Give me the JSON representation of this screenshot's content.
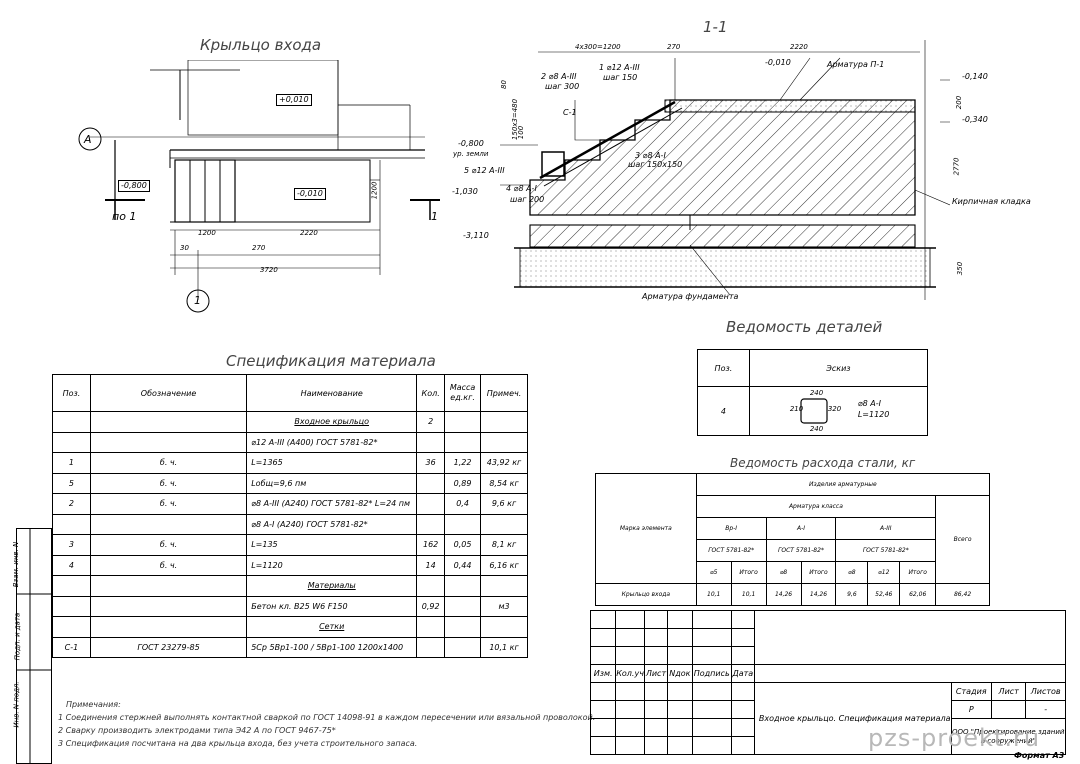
{
  "plan": {
    "title": "Крыльцо входа",
    "axis_a": "А",
    "axis_1": "1",
    "lvl_top": "+0,010",
    "lvl_bottom": "-0,800",
    "lvl_porch": "-0,010",
    "section_label": "по 1",
    "section_right": "1",
    "dim_1200": "1200",
    "dim_2220": "2220",
    "dim_30": "30",
    "dim_270": "270",
    "dim_3720": "3720",
    "dim_1200v": "1200"
  },
  "section": {
    "title": "1-1",
    "dim_steps": "4х300=1200",
    "dim_270": "270",
    "dim_2220": "2220",
    "lvl_m0010": "-0,010",
    "lvl_m0140": "-0,140",
    "lvl_m0340": "-0,340",
    "lvl_m0800": "-0,800",
    "ground": "ур. земли",
    "lvl_m1030": "-1,030",
    "lvl_m3110": "-3,110",
    "rebar_p1": "Арматура П-1",
    "rebar_2": "2 ⌀8 А-III",
    "rebar_2_step": "шаг 300",
    "rebar_1": "1 ⌀12 А-III",
    "rebar_1_step": "шаг 150",
    "c1": "С-1",
    "rebar_3": "3 ⌀8 А-I",
    "rebar_3_step": "шаг 150х150",
    "rebar_5": "5 ⌀12 А-III",
    "rebar_4": "4 ⌀8 А-I",
    "rebar_4_step": "шаг 200",
    "brick": "Кирпичная кладка",
    "foundation": "Арматура фундамента",
    "dim_80": "80",
    "dim_100": "100",
    "dim_150": "150х3=480",
    "dim_200": "200",
    "dim_2770": "2770",
    "dim_350": "350"
  },
  "spec": {
    "title": "Спецификация материала",
    "headers": [
      "Поз.",
      "Обозначение",
      "Наименование",
      "Кол.",
      "Масса ед.кг.",
      "Примеч."
    ],
    "rows": [
      {
        "pos": "",
        "des": "",
        "name": "Входное крыльцо",
        "qty": "2",
        "mass": "",
        "note": "",
        "u": true
      },
      {
        "pos": "",
        "des": "",
        "name": "⌀12 А-III (А400) ГОСТ 5781-82*",
        "qty": "",
        "mass": "",
        "note": ""
      },
      {
        "pos": "1",
        "des": "б. ч.",
        "name": "L=1365",
        "qty": "36",
        "mass": "1,22",
        "note": "43,92 кг"
      },
      {
        "pos": "5",
        "des": "б. ч.",
        "name": "Lобщ=9,6 пм",
        "qty": "",
        "mass": "0,89",
        "note": "8,54 кг"
      },
      {
        "pos": "2",
        "des": "б. ч.",
        "name": "⌀8 А-III (А240) ГОСТ 5781-82*   L=24 пм",
        "qty": "",
        "mass": "0,4",
        "note": "9,6 кг"
      },
      {
        "pos": "",
        "des": "",
        "name": "⌀8 А-I (А240) ГОСТ 5781-82*",
        "qty": "",
        "mass": "",
        "note": ""
      },
      {
        "pos": "3",
        "des": "б. ч.",
        "name": "L=135",
        "qty": "162",
        "mass": "0,05",
        "note": "8,1 кг"
      },
      {
        "pos": "4",
        "des": "б. ч.",
        "name": "L=1120",
        "qty": "14",
        "mass": "0,44",
        "note": "6,16 кг"
      },
      {
        "pos": "",
        "des": "",
        "name": "Материалы",
        "qty": "",
        "mass": "",
        "note": "",
        "u": true
      },
      {
        "pos": "",
        "des": "",
        "name": "Бетон кл. В25 W6 F150",
        "qty": "0,92",
        "mass": "",
        "note": "м3"
      },
      {
        "pos": "",
        "des": "",
        "name": "Сетки",
        "qty": "",
        "mass": "",
        "note": "",
        "u": true
      },
      {
        "pos": "С-1",
        "des": "ГОСТ 23279-85",
        "name": "5Ср  5Вр1-100 / 5Вр1-100  1200х1400",
        "qty": "",
        "mass": "",
        "note": "10,1 кг"
      }
    ]
  },
  "details": {
    "title": "Ведомость деталей",
    "h_pos": "Поз.",
    "h_sketch": "Эскиз",
    "pos": "4",
    "d240a": "240",
    "d240b": "240",
    "d210": "210",
    "d320": "320",
    "spec_line1": "⌀8 А-I",
    "spec_line2": "L=1120"
  },
  "steel": {
    "title": "Ведомость расхода стали, кг",
    "mark": "Марка элемента",
    "products": "Изделия арматурные",
    "class": "Арматура класса",
    "total": "Всего",
    "g1": "Вр-I",
    "g2": "А-I",
    "g3": "А-III",
    "gost1": "ГОСТ 5781-82*",
    "gost2": "ГОСТ 5781-82*",
    "gost3": "ГОСТ 5781-82*",
    "c": [
      "⌀5",
      "Итого",
      "⌀8",
      "Итого",
      "⌀8",
      "⌀12",
      "Итого"
    ],
    "row_name": "Крыльцо входа",
    "v": [
      "10,1",
      "10,1",
      "14,26",
      "14,26",
      "9,6",
      "52,46",
      "62,06",
      "86,42"
    ]
  },
  "notes": {
    "head": "Примечания:",
    "n1": "1  Соединения стержней выполнять контактной сваркой по ГОСТ 14098-91 в каждом пересечении или вязальной проволокой.",
    "n2": "2  Сварку производить электродами типа Э42 А по ГОСТ 9467-75*",
    "n3": "3  Спецификация посчитана на два крыльца входа, без учета строительного запаса."
  },
  "side": {
    "s1": "Взам. инв. N",
    "s2": "Подп. и дата",
    "s3": "Инв. N подл."
  },
  "titleblock": {
    "cols": [
      "Изм.",
      "Кол.уч",
      "Лист",
      "Nдок",
      "Подпись",
      "Дата"
    ],
    "stage_h": "Стадия",
    "sheet_h": "Лист",
    "sheets_h": "Листов",
    "stage": "Р",
    "sheets": "-",
    "name": "Входное крыльцо. Спецификация материала",
    "org": "ООО \"Проектирование зданий и сооружений\"",
    "format": "Формат А3"
  },
  "watermark": "pzs-proekt.ru"
}
